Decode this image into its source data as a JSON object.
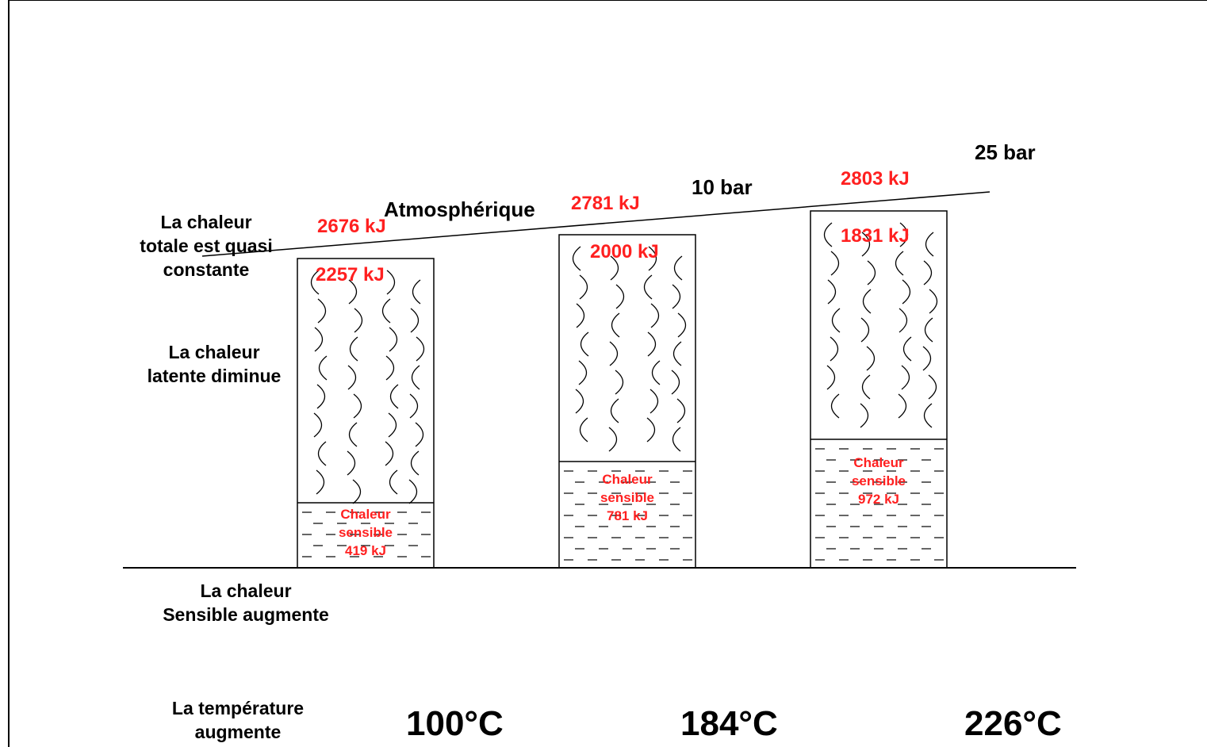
{
  "labels": {
    "total_heat": "La chaleur\ntotale  est quasi\nconstante",
    "latent_heat": "La chaleur\nlatente  diminue",
    "sensible_heat": "La chaleur\nSensible augmente",
    "temperature": "La température\naugmente"
  },
  "pressures": {
    "atm": "Atmosphérique",
    "p10": "10 bar",
    "p25": "25 bar"
  },
  "columns": [
    {
      "total": "2676 kJ",
      "latent": "2257 kJ",
      "sensible_line1": "Chaleur",
      "sensible_line2": "sensible",
      "sensible_value": "419 kJ",
      "temperature": "100°C"
    },
    {
      "total": "2781 kJ",
      "latent": "2000 kJ",
      "sensible_line1": "Chaleur",
      "sensible_line2": "sensible",
      "sensible_value": "781 kJ",
      "temperature": "184°C"
    },
    {
      "total": "2803 kJ",
      "latent": "1831 kJ",
      "sensible_line1": "Chaleur",
      "sensible_line2": "sensible",
      "sensible_value": "972 kJ",
      "temperature": "226°C"
    }
  ],
  "colors": {
    "values": "#ff2020",
    "lines": "#000000"
  }
}
